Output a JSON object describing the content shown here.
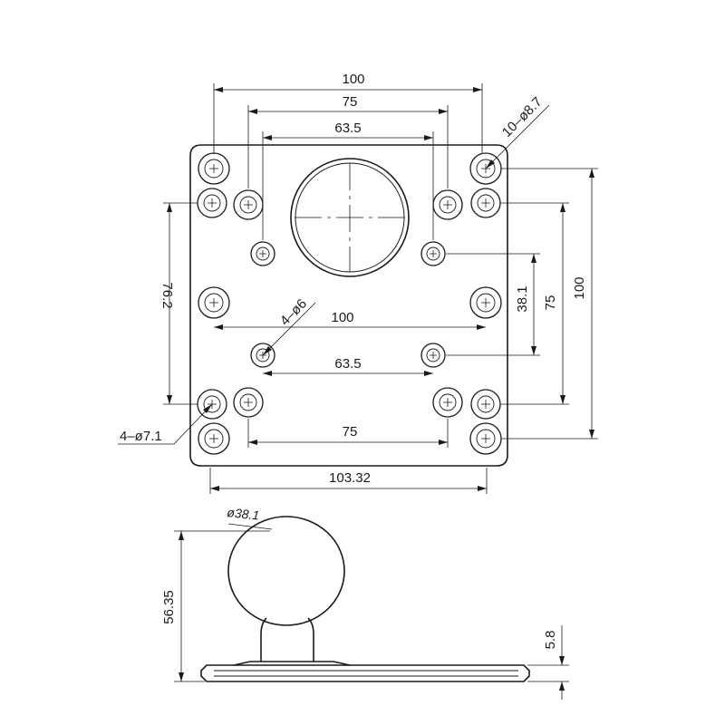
{
  "dimensions": {
    "top_width_100": "100",
    "top_width_75": "75",
    "top_width_63_5": "63.5",
    "hole_callout_10": "10–ø8.7",
    "left_height_76_2": "76.2",
    "callout_4_6": "4–ø6",
    "mid_width_100": "100",
    "mid_width_63_5": "63.5",
    "right_height_38_1": "38.1",
    "right_height_75": "75",
    "right_height_100": "100",
    "callout_4_7_1": "4–ø7.1",
    "bottom_width_75": "75",
    "overall_width": "103.32",
    "ball_diameter": "ø38.1",
    "side_height": "56.35",
    "plate_thickness": "5.8"
  }
}
